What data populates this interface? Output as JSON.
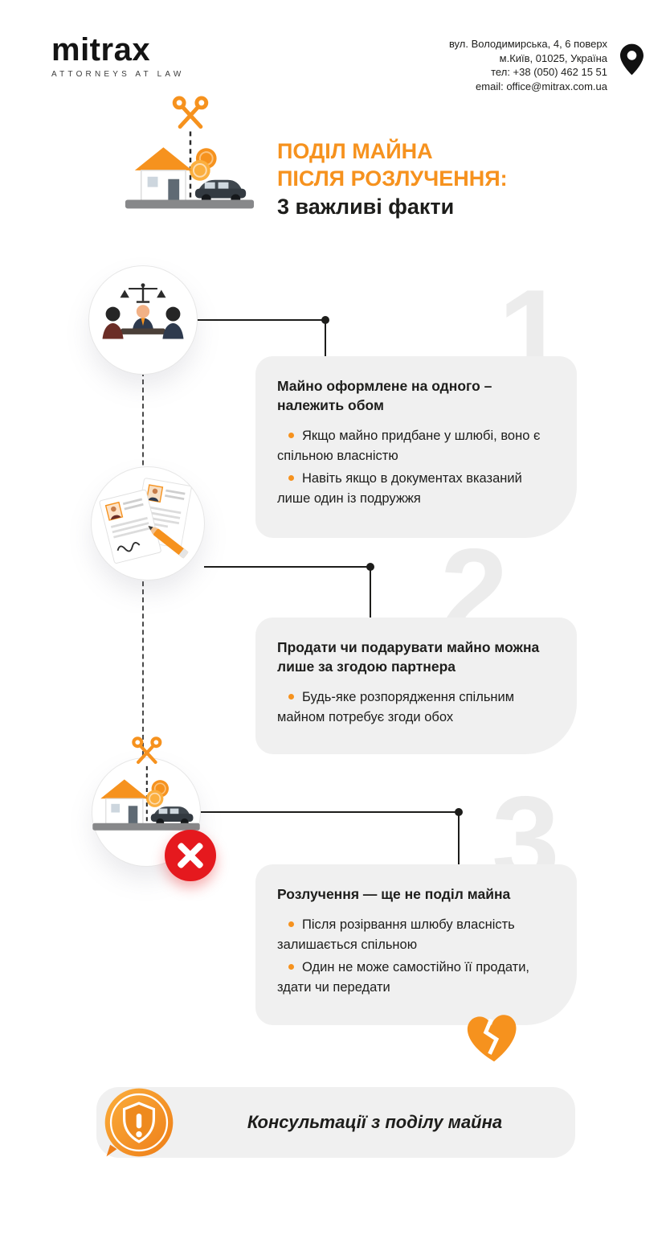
{
  "header": {
    "logo": {
      "text": "mitrax",
      "tagline": "ATTORNEYS AT LAW"
    },
    "contact": {
      "address_line1": "вул. Володимирська, 4, 6 поверх",
      "address_line2": "м.Київ, 01025, Україна",
      "phone": "тел: +38 (050) 462 15 51",
      "email": "email: office@mitrax.com.ua",
      "pin_icon": "location-pin-icon"
    }
  },
  "hero": {
    "illustration_icon": "house-split-scissors-icon",
    "title_line1": "ПОДІЛ МАЙНА",
    "title_line2": "ПІСЛЯ РОЗЛУЧЕННЯ:",
    "title_line3": "3 важливі факти"
  },
  "facts": [
    {
      "number": "1",
      "icon": "court-mediation-icon",
      "title": "Майно оформлене на одного – належить обом",
      "bullets": [
        "Якщо майно придбане у шлюбі, воно є спільною власністю",
        "Навіть якщо в документах вказаний лише один із подружжя"
      ]
    },
    {
      "number": "2",
      "icon": "documents-signature-icon",
      "title": "Продати чи подарувати майно можна лише за згодою партнера",
      "bullets": [
        "Будь-яке розпорядження спільним майном потребує згоди обох"
      ]
    },
    {
      "number": "3",
      "icon": "house-split-denied-icon",
      "title": "Розлучення — ще не поділ майна",
      "bullets": [
        "Після розірвання шлюбу власність залишається спільною",
        "Один не може самостійно її продати, здати чи передати"
      ]
    }
  ],
  "cta": {
    "icon": "shield-alert-icon",
    "label": "Консультації з поділу майна"
  },
  "colors": {
    "accent_orange": "#F6921E",
    "dark_text": "#1D1D1B",
    "card_background": "#F0F0F0",
    "watermark_number": "#ECECEC",
    "error_red": "#E5191E"
  }
}
